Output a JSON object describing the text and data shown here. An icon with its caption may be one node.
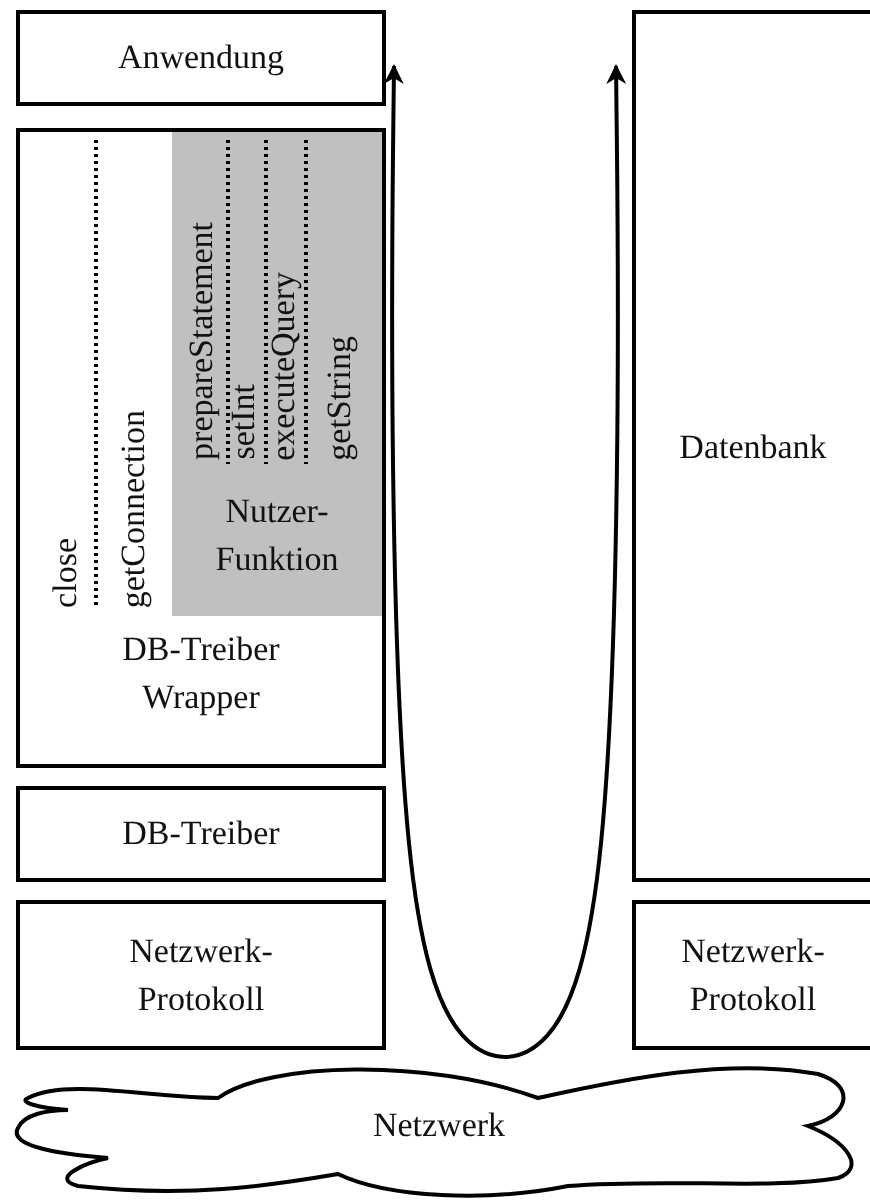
{
  "diagram": {
    "nodes": [
      {
        "text": [
          "Anwendung"
        ]
      },
      {
        "text": [
          "DB-Treiber Wrapper"
        ]
      },
      {
        "text": [
          "Nutzer- Funktion"
        ],
        "in": 1
      },
      {
        "text": [
          "DB-Treiber"
        ]
      },
      {
        "text": [
          "Netzwerk- Protokoll"
        ]
      },
      {
        "text": [
          "Datenbank"
        ]
      },
      {
        "text": [
          "Netzwerk- Protokoll"
        ]
      },
      {
        "text": [
          "Netzwerk"
        ]
      }
    ],
    "edges": [
      {
        "from": 0,
        "to": 5,
        "arrow": "both"
      }
    ],
    "labels": [
      "close",
      "getConnection",
      "prepareStatement",
      "setInt",
      "executeQuery",
      "getString"
    ]
  }
}
